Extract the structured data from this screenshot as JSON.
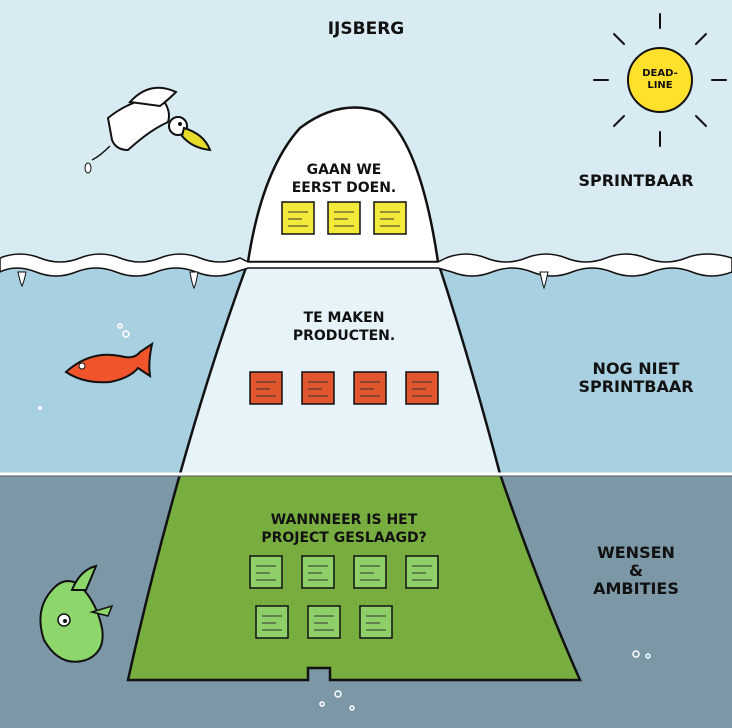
{
  "title": "IJSBERG",
  "sun_label": {
    "line1": "DEAD-",
    "line2": "LINE"
  },
  "zones": {
    "top": {
      "side_label": "SPRINTBAAR",
      "ice_text": {
        "line1": "GAAN WE",
        "line2": "EERST DOEN."
      },
      "note_count": 3,
      "note_color": "#f3e93a"
    },
    "middle": {
      "side_label": {
        "line1": "NOG NIET",
        "line2": "SPRINTBAAR"
      },
      "ice_text": {
        "line1": "TE MAKEN",
        "line2": "PRODUCTEN."
      },
      "note_count": 4,
      "note_color": "#e2562d"
    },
    "bottom": {
      "side_label": {
        "line1": "WENSEN",
        "line2": "&",
        "line3": "AMBITIES"
      },
      "ice_text": {
        "line1": "WANNNEER IS HET",
        "line2": "PROJECT GESLAAGD?"
      },
      "note_count": 7,
      "note_color": "#8fcf6a"
    }
  },
  "colors": {
    "sky": "#d9ebf2",
    "shallow_water": "#a9d0e0",
    "deep_water": "#7c98a6",
    "ice_top": "#ffffff",
    "ice_middle": "#e6f3f8",
    "ice_bottom": "#78ad3f",
    "sun": "#ffe12b",
    "fish": "#f0542b",
    "bird_beak": "#e6dc2a",
    "monster": "#8cd66b"
  }
}
